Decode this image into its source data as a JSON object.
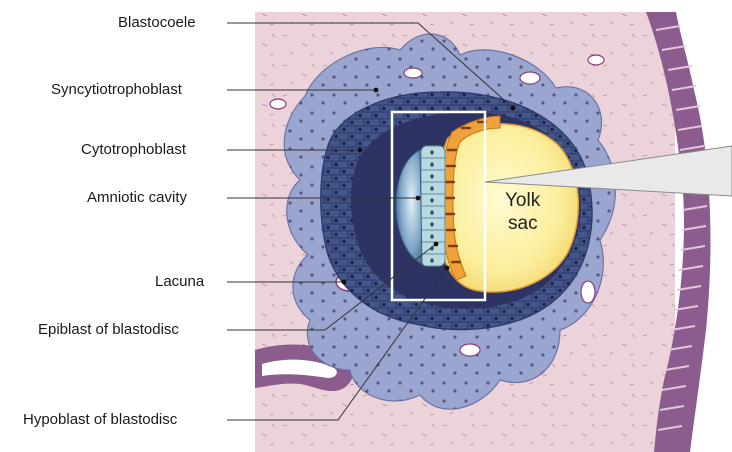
{
  "labels": {
    "blastocoele": "Blastocoele",
    "syncytiotrophoblast": "Syncytiotrophoblast",
    "cytotrophoblast": "Cytotrophoblast",
    "amniotic_cavity": "Amniotic cavity",
    "lacuna": "Lacuna",
    "epiblast": "Epiblast of blastodisc",
    "hypoblast": "Hypoblast of blastodisc"
  },
  "yolk_sac": {
    "line1": "Yolk",
    "line2": "sac"
  },
  "colors": {
    "endometrium": "#ecd3da",
    "syncytio": "#9ba6d0",
    "cyto": "#4a5b8f",
    "blastocoele": "#2d3464",
    "yolk": "#fbee9c",
    "hypoblast": "#f0a23a",
    "epiblast": "#b9dbe0",
    "amnion": "#5a84a8",
    "gland_wall": "#8b5c8d"
  }
}
